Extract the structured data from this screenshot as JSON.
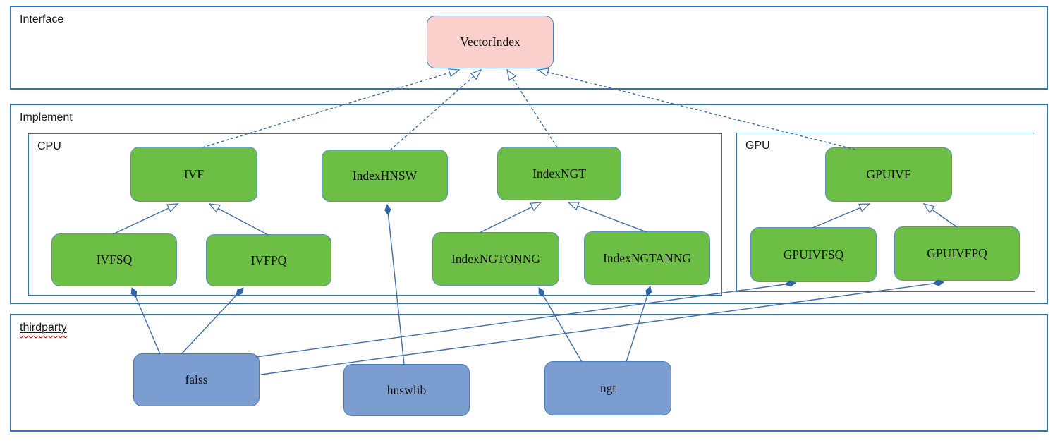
{
  "diagram_type": "uml-class-diagram",
  "containers": {
    "interface": {
      "label": "Interface"
    },
    "implement": {
      "label": "Implement"
    },
    "cpu": {
      "label": "CPU"
    },
    "gpu": {
      "label": "GPU"
    },
    "thirdparty": {
      "label": "thirdparty",
      "spellcheck_underline": true
    }
  },
  "nodes": {
    "vectorindex": {
      "label": "VectorIndex",
      "kind": "interface",
      "container": "interface"
    },
    "ivf": {
      "label": "IVF",
      "kind": "class",
      "container": "cpu"
    },
    "indexhnsw": {
      "label": "IndexHNSW",
      "kind": "class",
      "container": "cpu"
    },
    "indexngt": {
      "label": "IndexNGT",
      "kind": "class",
      "container": "cpu"
    },
    "ivfsq": {
      "label": "IVFSQ",
      "kind": "class",
      "container": "cpu"
    },
    "ivfpq": {
      "label": "IVFPQ",
      "kind": "class",
      "container": "cpu"
    },
    "indexngtonng": {
      "label": "IndexNGTONNG",
      "kind": "class",
      "container": "cpu"
    },
    "indexngtanng": {
      "label": "IndexNGTANNG",
      "kind": "class",
      "container": "cpu"
    },
    "gpuivf": {
      "label": "GPUIVF",
      "kind": "class",
      "container": "gpu"
    },
    "gpuivfsq": {
      "label": "GPUIVFSQ",
      "kind": "class",
      "container": "gpu"
    },
    "gpuivfpq": {
      "label": "GPUIVFPQ",
      "kind": "class",
      "container": "gpu"
    },
    "faiss": {
      "label": "faiss",
      "kind": "library",
      "container": "thirdparty"
    },
    "hnswlib": {
      "label": "hnswlib",
      "kind": "library",
      "container": "thirdparty"
    },
    "ngt": {
      "label": "ngt",
      "kind": "library",
      "container": "thirdparty"
    }
  },
  "edges": [
    {
      "from": "ivf",
      "to": "vectorindex",
      "type": "realization"
    },
    {
      "from": "indexhnsw",
      "to": "vectorindex",
      "type": "realization"
    },
    {
      "from": "indexngt",
      "to": "vectorindex",
      "type": "realization"
    },
    {
      "from": "gpuivf",
      "to": "vectorindex",
      "type": "realization"
    },
    {
      "from": "ivfsq",
      "to": "ivf",
      "type": "inheritance"
    },
    {
      "from": "ivfpq",
      "to": "ivf",
      "type": "inheritance"
    },
    {
      "from": "indexngtonng",
      "to": "indexngt",
      "type": "inheritance"
    },
    {
      "from": "indexngtanng",
      "to": "indexngt",
      "type": "inheritance"
    },
    {
      "from": "gpuivfsq",
      "to": "gpuivf",
      "type": "inheritance"
    },
    {
      "from": "gpuivfpq",
      "to": "gpuivf",
      "type": "inheritance"
    },
    {
      "from": "faiss",
      "to": "ivfsq",
      "type": "composition"
    },
    {
      "from": "faiss",
      "to": "ivfpq",
      "type": "composition"
    },
    {
      "from": "faiss",
      "to": "gpuivfsq",
      "type": "composition"
    },
    {
      "from": "faiss",
      "to": "gpuivfpq",
      "type": "composition"
    },
    {
      "from": "hnswlib",
      "to": "indexhnsw",
      "type": "composition"
    },
    {
      "from": "ngt",
      "to": "indexngtonng",
      "type": "composition"
    },
    {
      "from": "ngt",
      "to": "indexngtanng",
      "type": "composition"
    }
  ],
  "colors": {
    "interface_node_fill": "#f9d0cc",
    "class_node_fill": "#6cbe45",
    "thirdparty_node_fill": "#7b9dd0",
    "node_border": "#4a7ebb",
    "container_border": "#2e75b6",
    "connector": "#3f6fad",
    "spellcheck": "#cc0000"
  }
}
